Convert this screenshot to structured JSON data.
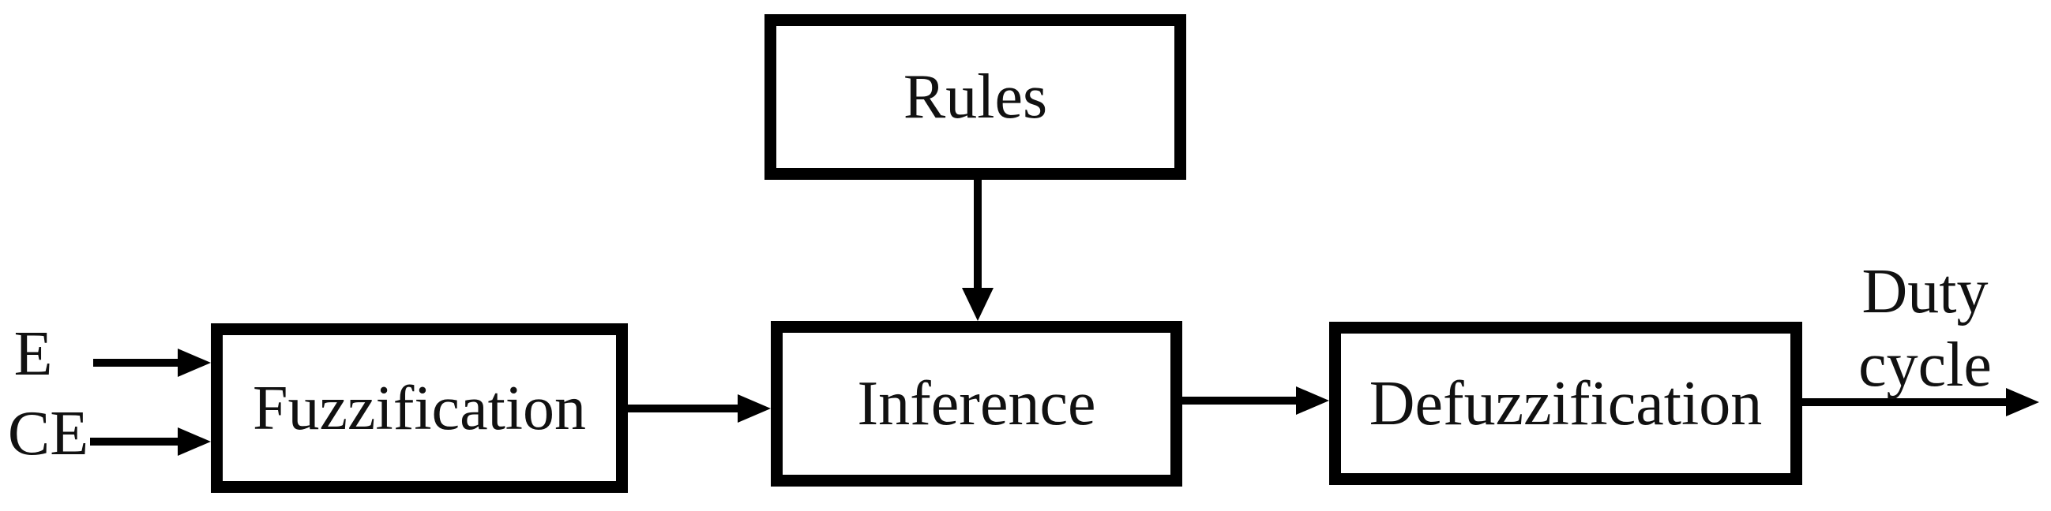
{
  "colors": {
    "background": "#ffffff",
    "line": "#000000",
    "text": "#111111",
    "box_fill": "#ffffff"
  },
  "nodes": {
    "rules": {
      "label": "Rules"
    },
    "fuzzification": {
      "label": "Fuzzification"
    },
    "inference": {
      "label": "Inference"
    },
    "defuzzification": {
      "label": "Defuzzification"
    }
  },
  "inputs": {
    "e": {
      "label": "E"
    },
    "ce": {
      "label": "CE"
    }
  },
  "output": {
    "label_line1": "Duty",
    "label_line2": "cycle"
  },
  "edges": [
    {
      "from": "E",
      "to": "Fuzzification",
      "direction": "right"
    },
    {
      "from": "CE",
      "to": "Fuzzification",
      "direction": "right"
    },
    {
      "from": "Fuzzification",
      "to": "Inference",
      "direction": "right"
    },
    {
      "from": "Rules",
      "to": "Inference",
      "direction": "down"
    },
    {
      "from": "Inference",
      "to": "Defuzzification",
      "direction": "right"
    },
    {
      "from": "Defuzzification",
      "to": "Duty cycle",
      "direction": "right"
    }
  ]
}
